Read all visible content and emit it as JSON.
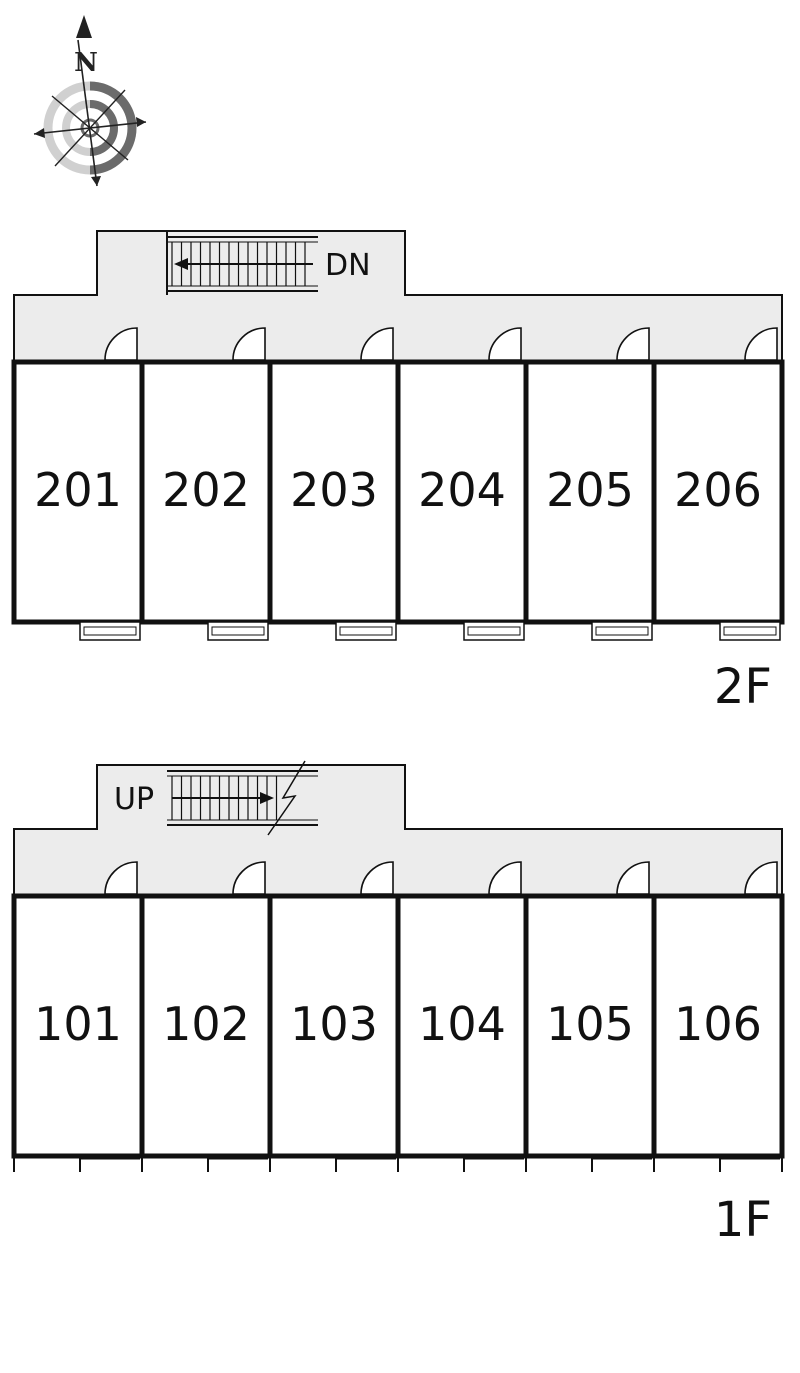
{
  "compass": {
    "north_label": "N",
    "icon": "compass-rose"
  },
  "floors": [
    {
      "id": "2f",
      "label": "2F",
      "stair_label": "DN",
      "units": [
        {
          "number": "201"
        },
        {
          "number": "202"
        },
        {
          "number": "203"
        },
        {
          "number": "204"
        },
        {
          "number": "205"
        },
        {
          "number": "206"
        }
      ]
    },
    {
      "id": "1f",
      "label": "1F",
      "stair_label": "UP",
      "units": [
        {
          "number": "101"
        },
        {
          "number": "102"
        },
        {
          "number": "103"
        },
        {
          "number": "104"
        },
        {
          "number": "105"
        },
        {
          "number": "106"
        }
      ]
    }
  ],
  "colors": {
    "corridor_fill": "#ececec",
    "wall": "#111111",
    "compass_light": "#cfcfcf",
    "compass_dark": "#6b6b6b"
  }
}
